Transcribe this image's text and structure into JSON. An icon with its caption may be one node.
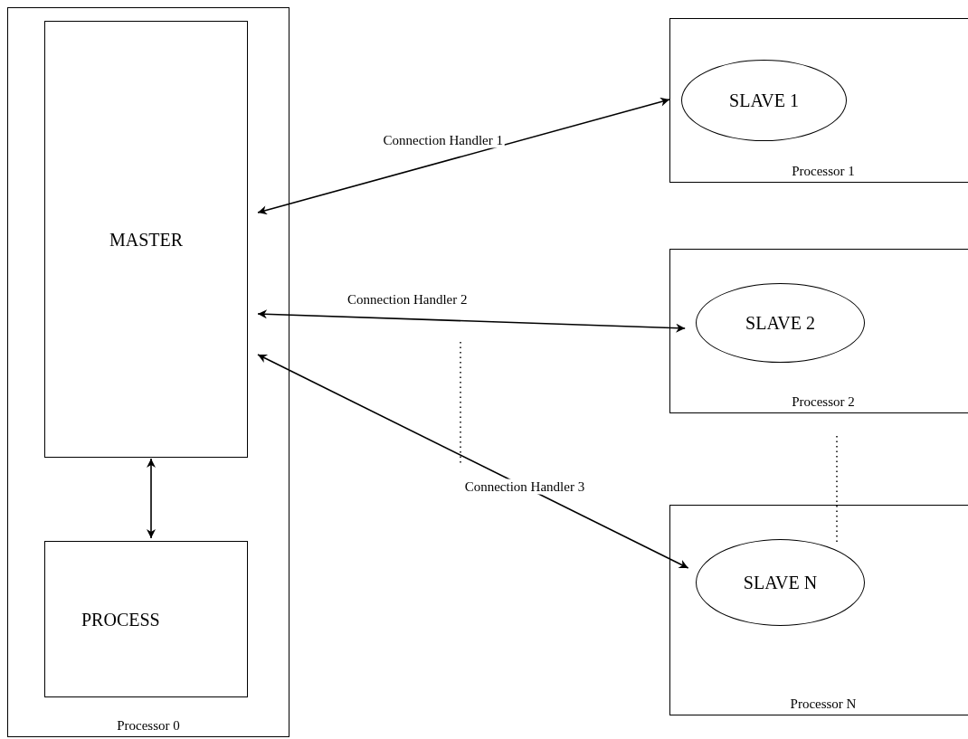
{
  "diagram": {
    "nodes": [
      {
        "text": [
          "Processor 0"
        ]
      },
      {
        "text": [
          "MASTER"
        ],
        "in": 0
      },
      {
        "text": [
          "PROCESS"
        ],
        "in": 0
      },
      {
        "text": [
          "Processor 1"
        ]
      },
      {
        "text": [
          "SLAVE 1"
        ],
        "in": 3
      },
      {
        "text": [
          "Processor 2"
        ]
      },
      {
        "text": [
          "SLAVE 2"
        ],
        "in": 5
      },
      {
        "text": [
          "Processor N"
        ]
      },
      {
        "text": [
          "SLAVE N"
        ],
        "in": 7
      }
    ],
    "edges": [
      {
        "from": 1,
        "to": 4,
        "arrow": "both",
        "label": "Connection Handler 1"
      },
      {
        "from": 1,
        "to": 6,
        "arrow": "both",
        "label": "Connection Handler 2"
      },
      {
        "from": 1,
        "to": 8,
        "arrow": "both",
        "label": "Connection Handler 3"
      },
      {
        "from": 1,
        "to": 2,
        "arrow": "both"
      }
    ]
  }
}
